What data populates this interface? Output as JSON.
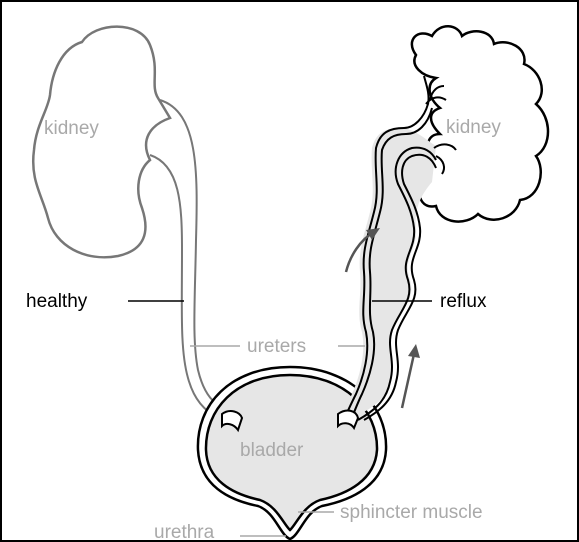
{
  "labels": {
    "kidney_left": "kidney",
    "kidney_right": "kidney",
    "healthy": "healthy",
    "reflux": "reflux",
    "ureters": "ureters",
    "bladder": "bladder",
    "sphincter": "sphincter muscle",
    "urethra": "urethra"
  },
  "colors": {
    "outline": "#000000",
    "grey_outline": "#777777",
    "label_grey": "#a9a9a9",
    "fill_grey": "#e6e6e6",
    "background": "#ffffff"
  }
}
